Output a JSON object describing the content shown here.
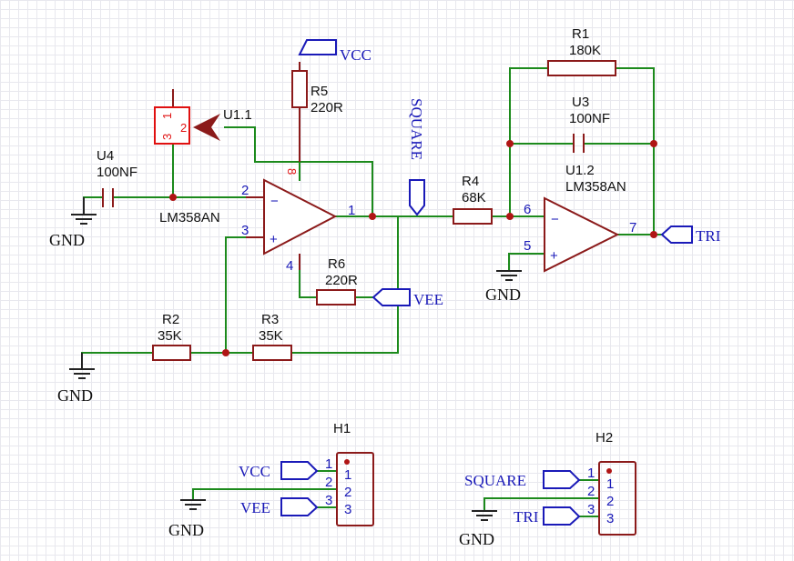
{
  "components": {
    "r1": {
      "ref": "R1",
      "value": "180K"
    },
    "r2": {
      "ref": "R2",
      "value": "35K"
    },
    "r3": {
      "ref": "R3",
      "value": "35K"
    },
    "r4": {
      "ref": "R4",
      "value": "68K"
    },
    "r5": {
      "ref": "R5",
      "value": "220R"
    },
    "r6": {
      "ref": "R6",
      "value": "220R"
    },
    "u3": {
      "ref": "U3",
      "value": "100NF"
    },
    "u4": {
      "ref": "U4",
      "value": "100NF"
    },
    "u11": {
      "ref": "U1.1",
      "value": "LM358AN"
    },
    "u12": {
      "ref": "U1.2",
      "value": "LM358AN"
    },
    "h1": {
      "ref": "H1"
    },
    "h2": {
      "ref": "H2"
    }
  },
  "pins": {
    "u11_inv": "2",
    "u11_noninv": "3",
    "u11_out": "1",
    "u11_vcc": "8",
    "u11_vee": "4",
    "u12_inv": "6",
    "u12_noninv": "5",
    "u12_out": "7",
    "pot_top": "1",
    "pot_wiper": "2",
    "pot_bottom": "3",
    "minus": "−",
    "plus": "+",
    "h_pin1": "1",
    "h_pin2": "2",
    "h_pin3": "3"
  },
  "nets": {
    "vcc": "VCC",
    "vee": "VEE",
    "square": "SQUARE",
    "tri": "TRI",
    "gnd": "GND"
  },
  "colors": {
    "wire": "#1c8a1c",
    "component": "#8b1a1a",
    "net_label": "#1a1ab8",
    "junction": "#b01515"
  }
}
